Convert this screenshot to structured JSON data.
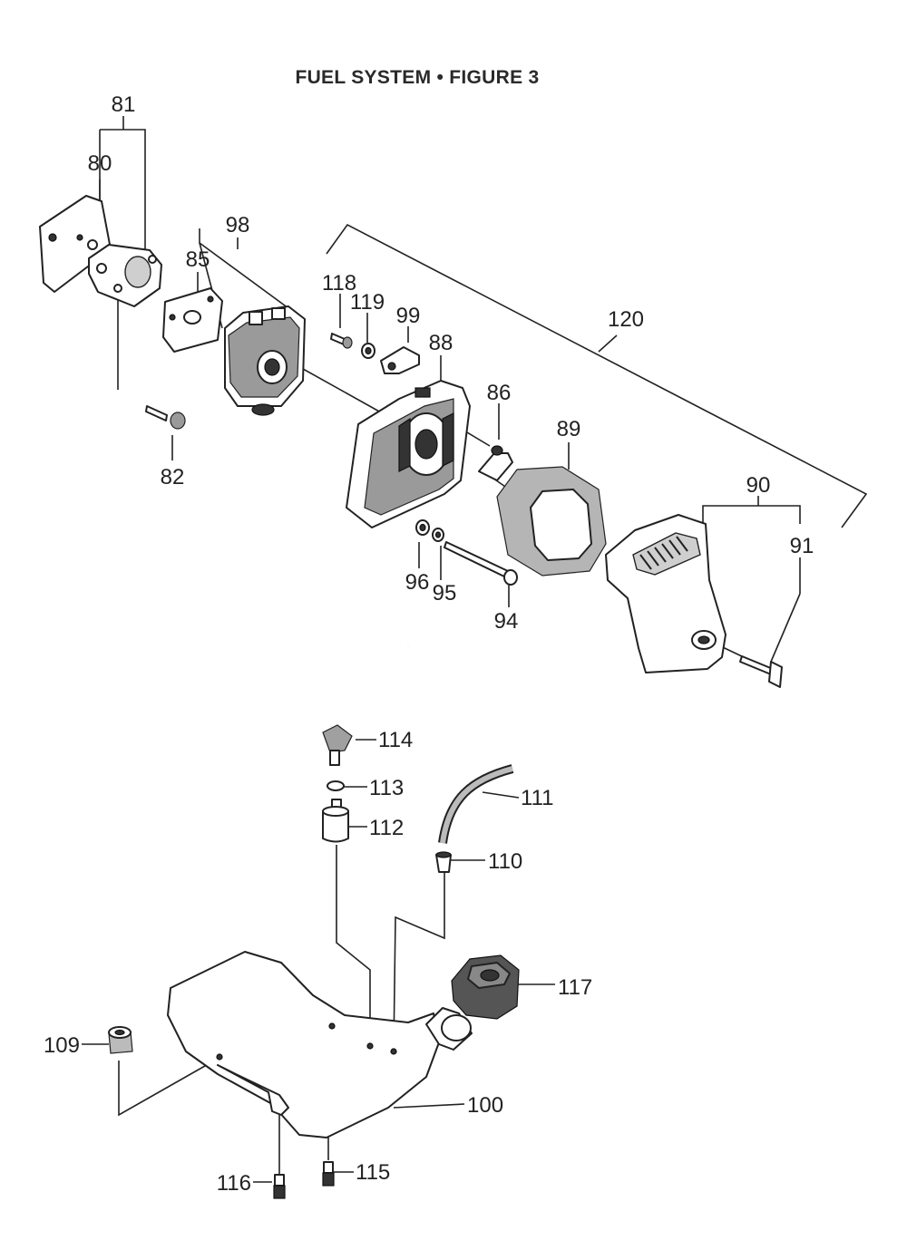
{
  "title": "FUEL SYSTEM  •  FIGURE 3",
  "labels": {
    "p81": "81",
    "p80": "80",
    "p98": "98",
    "p85": "85",
    "p82": "82",
    "p118": "118",
    "p119": "119",
    "p99": "99",
    "p88": "88",
    "p120": "120",
    "p86": "86",
    "p89": "89",
    "p90": "90",
    "p91": "91",
    "p96": "96",
    "p95": "95",
    "p94": "94",
    "p114": "114",
    "p113": "113",
    "p111": "111",
    "p112": "112",
    "p110": "110",
    "p117": "117",
    "p109": "109",
    "p100": "100",
    "p116": "116",
    "p115": "115"
  }
}
